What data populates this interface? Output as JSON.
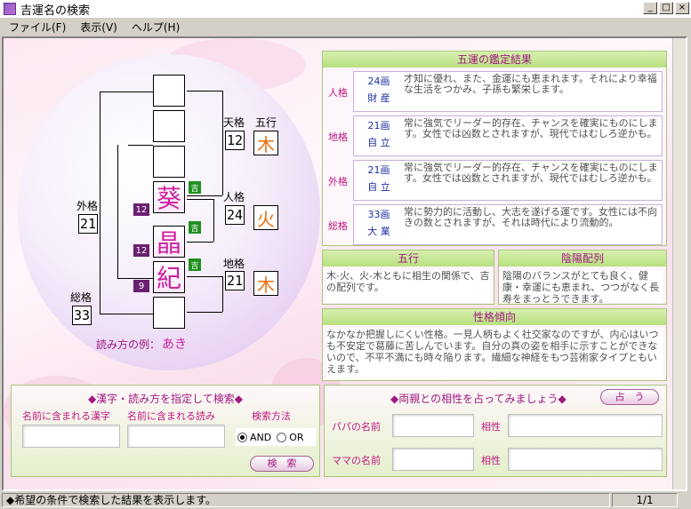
{
  "window": {
    "title": "吉運名の検索"
  },
  "menu": [
    {
      "label": "ファイル(F)"
    },
    {
      "label": "表示(V)"
    },
    {
      "label": "ヘルプ(H)"
    }
  ],
  "name_chart": {
    "kanji": [
      "葵",
      "晶",
      "紀"
    ],
    "strokes": [
      "12",
      "12",
      "9"
    ],
    "tags": [
      "吉",
      "吉",
      "吉"
    ],
    "tenkaku": {
      "label": "天格",
      "value": "12"
    },
    "jinkaku": {
      "label": "人格",
      "value": "24"
    },
    "chikaku": {
      "label": "地格",
      "value": "21"
    },
    "gaikaku": {
      "label": "外格",
      "value": "21"
    },
    "soukaku": {
      "label": "総格",
      "value": "33"
    },
    "gogyo_label": "五行",
    "gogyo": [
      "木",
      "火",
      "木"
    ],
    "reading_prefix": "読み方の例：",
    "reading": "あき"
  },
  "results": {
    "title": "五運の鑑定結果",
    "rows": [
      {
        "label": "人格",
        "strokes": "24画",
        "fortune": "財 産",
        "text": "才知に優れ、また、金運にも恵まれます。それにより幸福な生活をつかみ、子孫も繁栄します。"
      },
      {
        "label": "地格",
        "strokes": "21画",
        "fortune": "自 立",
        "text": "常に強気でリーダー的存在、チャンスを確実にものにします。女性では凶数とされますが、現代ではむしろ逆かも。"
      },
      {
        "label": "外格",
        "strokes": "21画",
        "fortune": "自 立",
        "text": "常に強気でリーダー的存在、チャンスを確実にものにします。女性では凶数とされますが、現代ではむしろ逆かも。"
      },
      {
        "label": "総格",
        "strokes": "33画",
        "fortune": "大 業",
        "text": "常に勢力的に活動し、大志を遂げる運です。女性には不向きの数とされますが、それは時代により流動的。"
      }
    ]
  },
  "gogyo_panel": {
    "title": "五行",
    "text": "木-火、火-木ともに相生の関係で、吉の配列です。"
  },
  "inyo_panel": {
    "title": "陰陽配列",
    "text": "陰陽のバランスがとても良く、健康・幸運にも恵まれ、つつがなく長寿をまっとうできます。"
  },
  "seikaku_panel": {
    "title": "性格傾向",
    "text": "なかなか把握しにくい性格。一見人柄もよく社交家なのですが、内心はいつも不安定で葛藤に苦しんでいます。自分の真の姿を相手に示すことができないので、不平不満にも時々陥ります。繊細な神経をもつ芸術家タイプともいえます。"
  },
  "search": {
    "title": "◆漢字・読み方を指定して検索◆",
    "kanji_label": "名前に含まれる漢字",
    "yomi_label": "名前に含まれる読み",
    "method_label": "検索方法",
    "and_label": "AND",
    "or_label": "OR",
    "button": "検　索"
  },
  "compat": {
    "title": "◆両親との相性を占ってみましょう◆",
    "button": "占　う",
    "papa_label": "パパの名前",
    "mama_label": "ママの名前",
    "aisho_label": "相性"
  },
  "status": {
    "text": "◆希望の条件で検索した結果を表示します。",
    "page": "1/1"
  }
}
